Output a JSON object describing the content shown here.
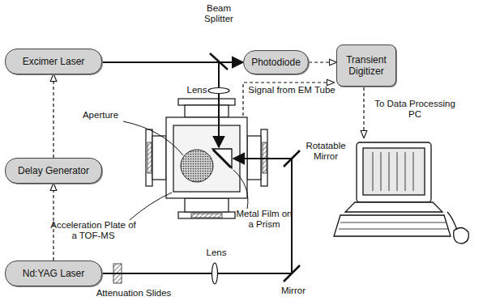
{
  "diagram": {
    "nodes": [
      {
        "text": [
          "Excimer Laser"
        ]
      },
      {
        "text": [
          "Photodiode"
        ]
      },
      {
        "text": [
          "Transient Digitizer"
        ]
      },
      {
        "text": [
          "Delay Generator"
        ]
      },
      {
        "text": [
          "Nd:YAG Laser"
        ]
      }
    ],
    "edges": [
      {
        "from": 0,
        "to": 1,
        "arrow": "to"
      },
      {
        "from": 1,
        "to": 2,
        "arrow": "to"
      },
      {
        "from": 4,
        "to": 3,
        "arrow": "to"
      },
      {
        "from": 3,
        "to": 0,
        "arrow": "to"
      }
    ],
    "labels": [
      "Beam Splitter",
      "Lens",
      "Signal from EM Tube",
      "Aperture",
      "Acceleration Plate of a TOF-MS",
      "Metal Film on a Prism",
      "Rotatable Mirror",
      "To Data Processing PC",
      "Attenuation Slides",
      "Lens",
      "Mirror"
    ]
  }
}
